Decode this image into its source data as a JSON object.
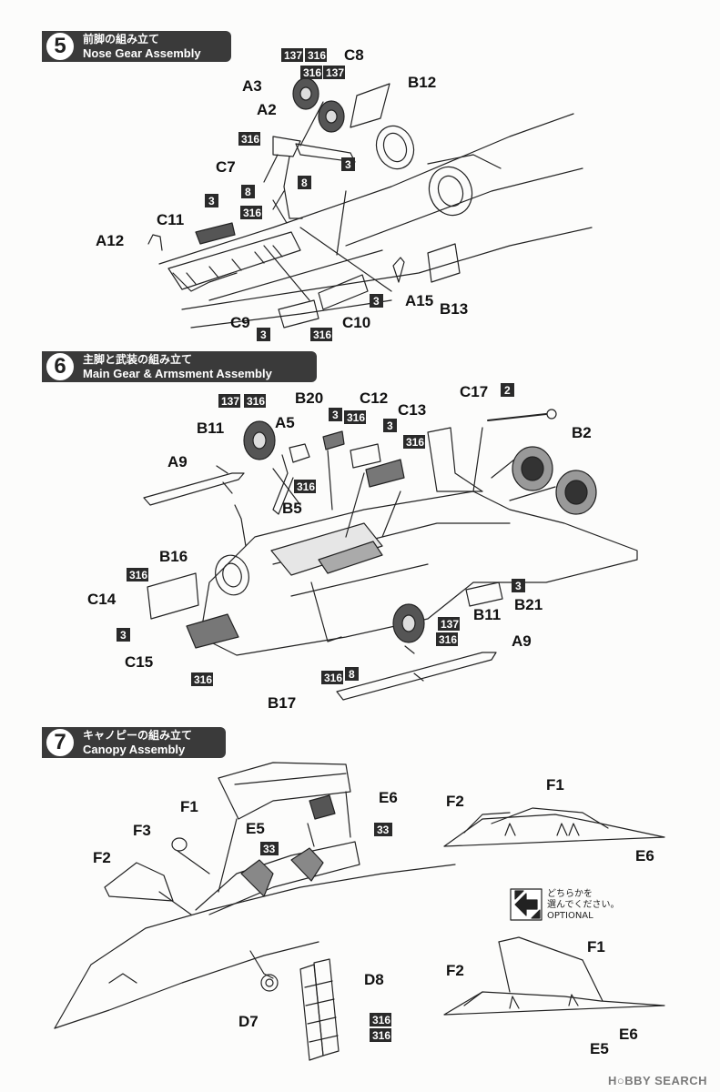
{
  "steps": [
    {
      "number": "5",
      "title_jp": "前脚の組み立て",
      "title_en": "Nose Gear Assembly"
    },
    {
      "number": "6",
      "title_jp": "主脚と武装の組み立て",
      "title_en": "Main Gear & Armsment Assembly"
    },
    {
      "number": "7",
      "title_jp": "キャノピーの組み立て",
      "title_en": "Canopy Assembly"
    }
  ],
  "step5": {
    "parts": [
      "A3",
      "A2",
      "C8",
      "B12",
      "C7",
      "C11",
      "A12",
      "A15",
      "B13",
      "C9",
      "C10"
    ],
    "paint": [
      "137",
      "316",
      "316",
      "137",
      "316",
      "3",
      "8",
      "8",
      "3",
      "316",
      "3",
      "3",
      "316"
    ]
  },
  "step6": {
    "parts": [
      "B20",
      "C12",
      "C13",
      "C17",
      "B11",
      "A5",
      "A9",
      "B2",
      "B5",
      "B16",
      "C14",
      "C15",
      "B21",
      "B11",
      "A9",
      "B17"
    ],
    "paint": [
      "137",
      "316",
      "3",
      "316",
      "3",
      "2",
      "316",
      "316",
      "316",
      "316",
      "3",
      "316",
      "3",
      "137",
      "316",
      "316",
      "8"
    ]
  },
  "step7": {
    "parts": [
      "F1",
      "E6",
      "F3",
      "E5",
      "F2",
      "D8",
      "D7",
      "F2",
      "F1",
      "E6",
      "F1",
      "F2",
      "E6",
      "E5"
    ],
    "paint": [
      "33",
      "33",
      "316",
      "316"
    ]
  },
  "optional": {
    "jp_line1": "どちらかを",
    "jp_line2": "選んでください。",
    "en": "OPTIONAL"
  },
  "watermark": "H○BBY SEARCH"
}
